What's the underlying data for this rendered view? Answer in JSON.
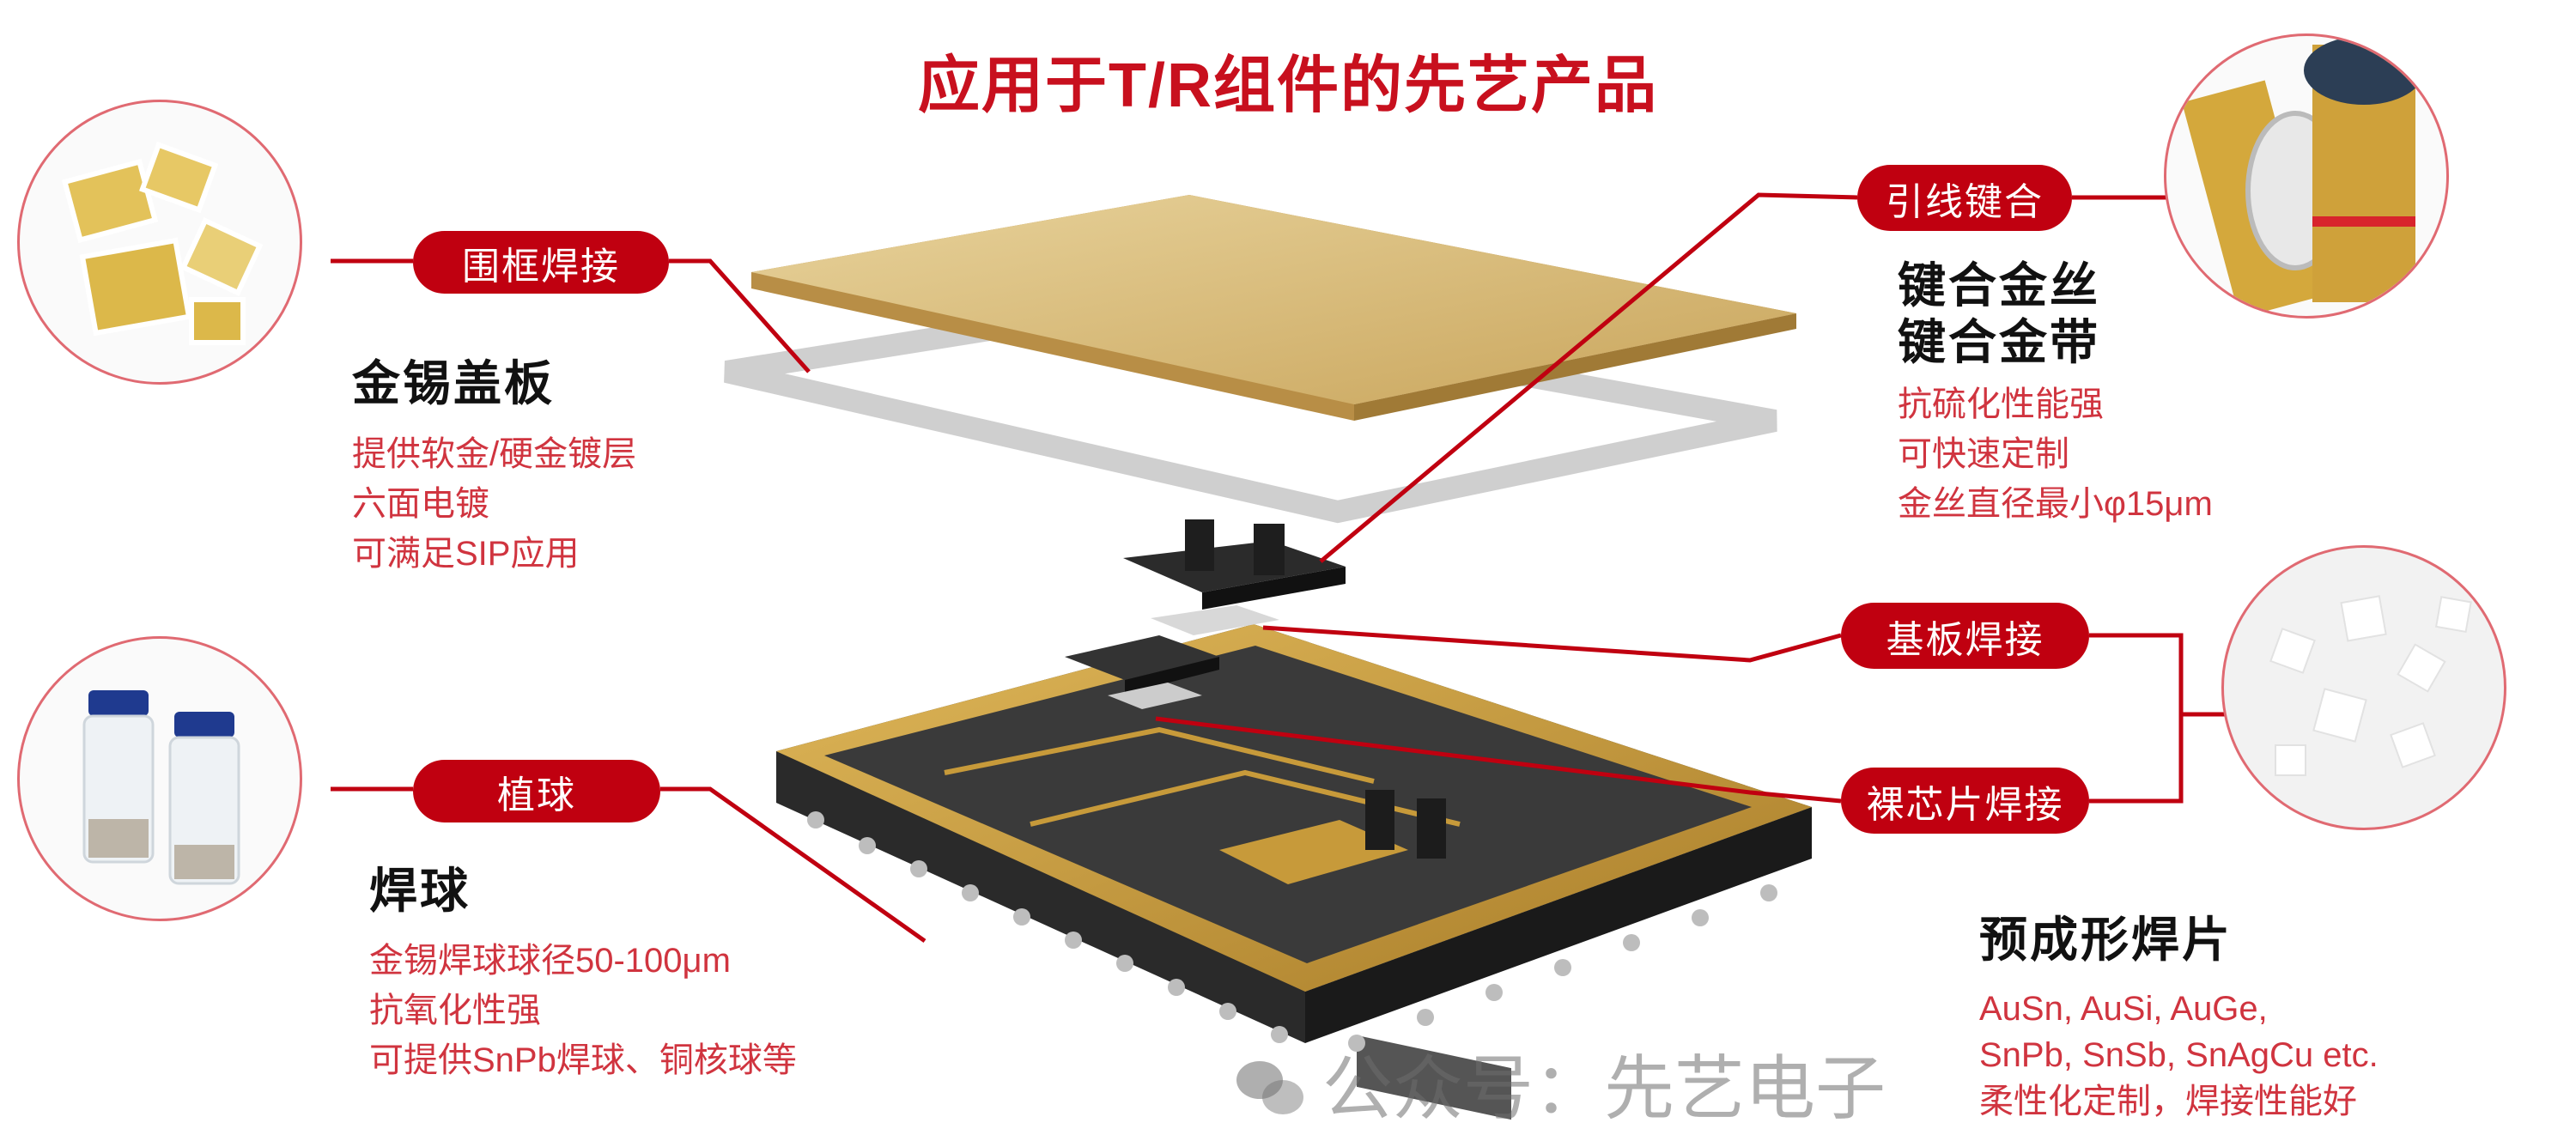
{
  "title": "应用于T/R组件的先艺产品",
  "colors": {
    "brand_red": "#c00010",
    "text_red": "#d0343f",
    "gold": "#d9b870"
  },
  "callouts": [
    {
      "pill": "围框焊接",
      "heading": [
        "金锡盖板"
      ],
      "lines": [
        "提供软金/硬金镀层",
        "六面电镀",
        "可满足SIP应用"
      ]
    },
    {
      "pill": "植球",
      "heading": [
        "焊球"
      ],
      "lines": [
        "金锡焊球球径50-100μm",
        "抗氧化性强",
        "可提供SnPb焊球、铜核球等"
      ]
    },
    {
      "pill": "引线键合",
      "heading": [
        "键合金丝",
        "键合金带"
      ],
      "lines": [
        "抗硫化性能强",
        "可快速定制",
        "金丝直径最小φ15μm"
      ]
    },
    {
      "pill": "基板焊接"
    },
    {
      "pill": "裸芯片焊接",
      "heading": [
        "预成形焊片"
      ],
      "lines": [
        "AuSn, AuSi, AuGe,",
        "SnPb, SnSb, SnAgCu etc.",
        "柔性化定制，焊接性能好"
      ]
    }
  ],
  "watermark": {
    "icon": "wechat-icon",
    "text": "公众号：先艺电子"
  }
}
